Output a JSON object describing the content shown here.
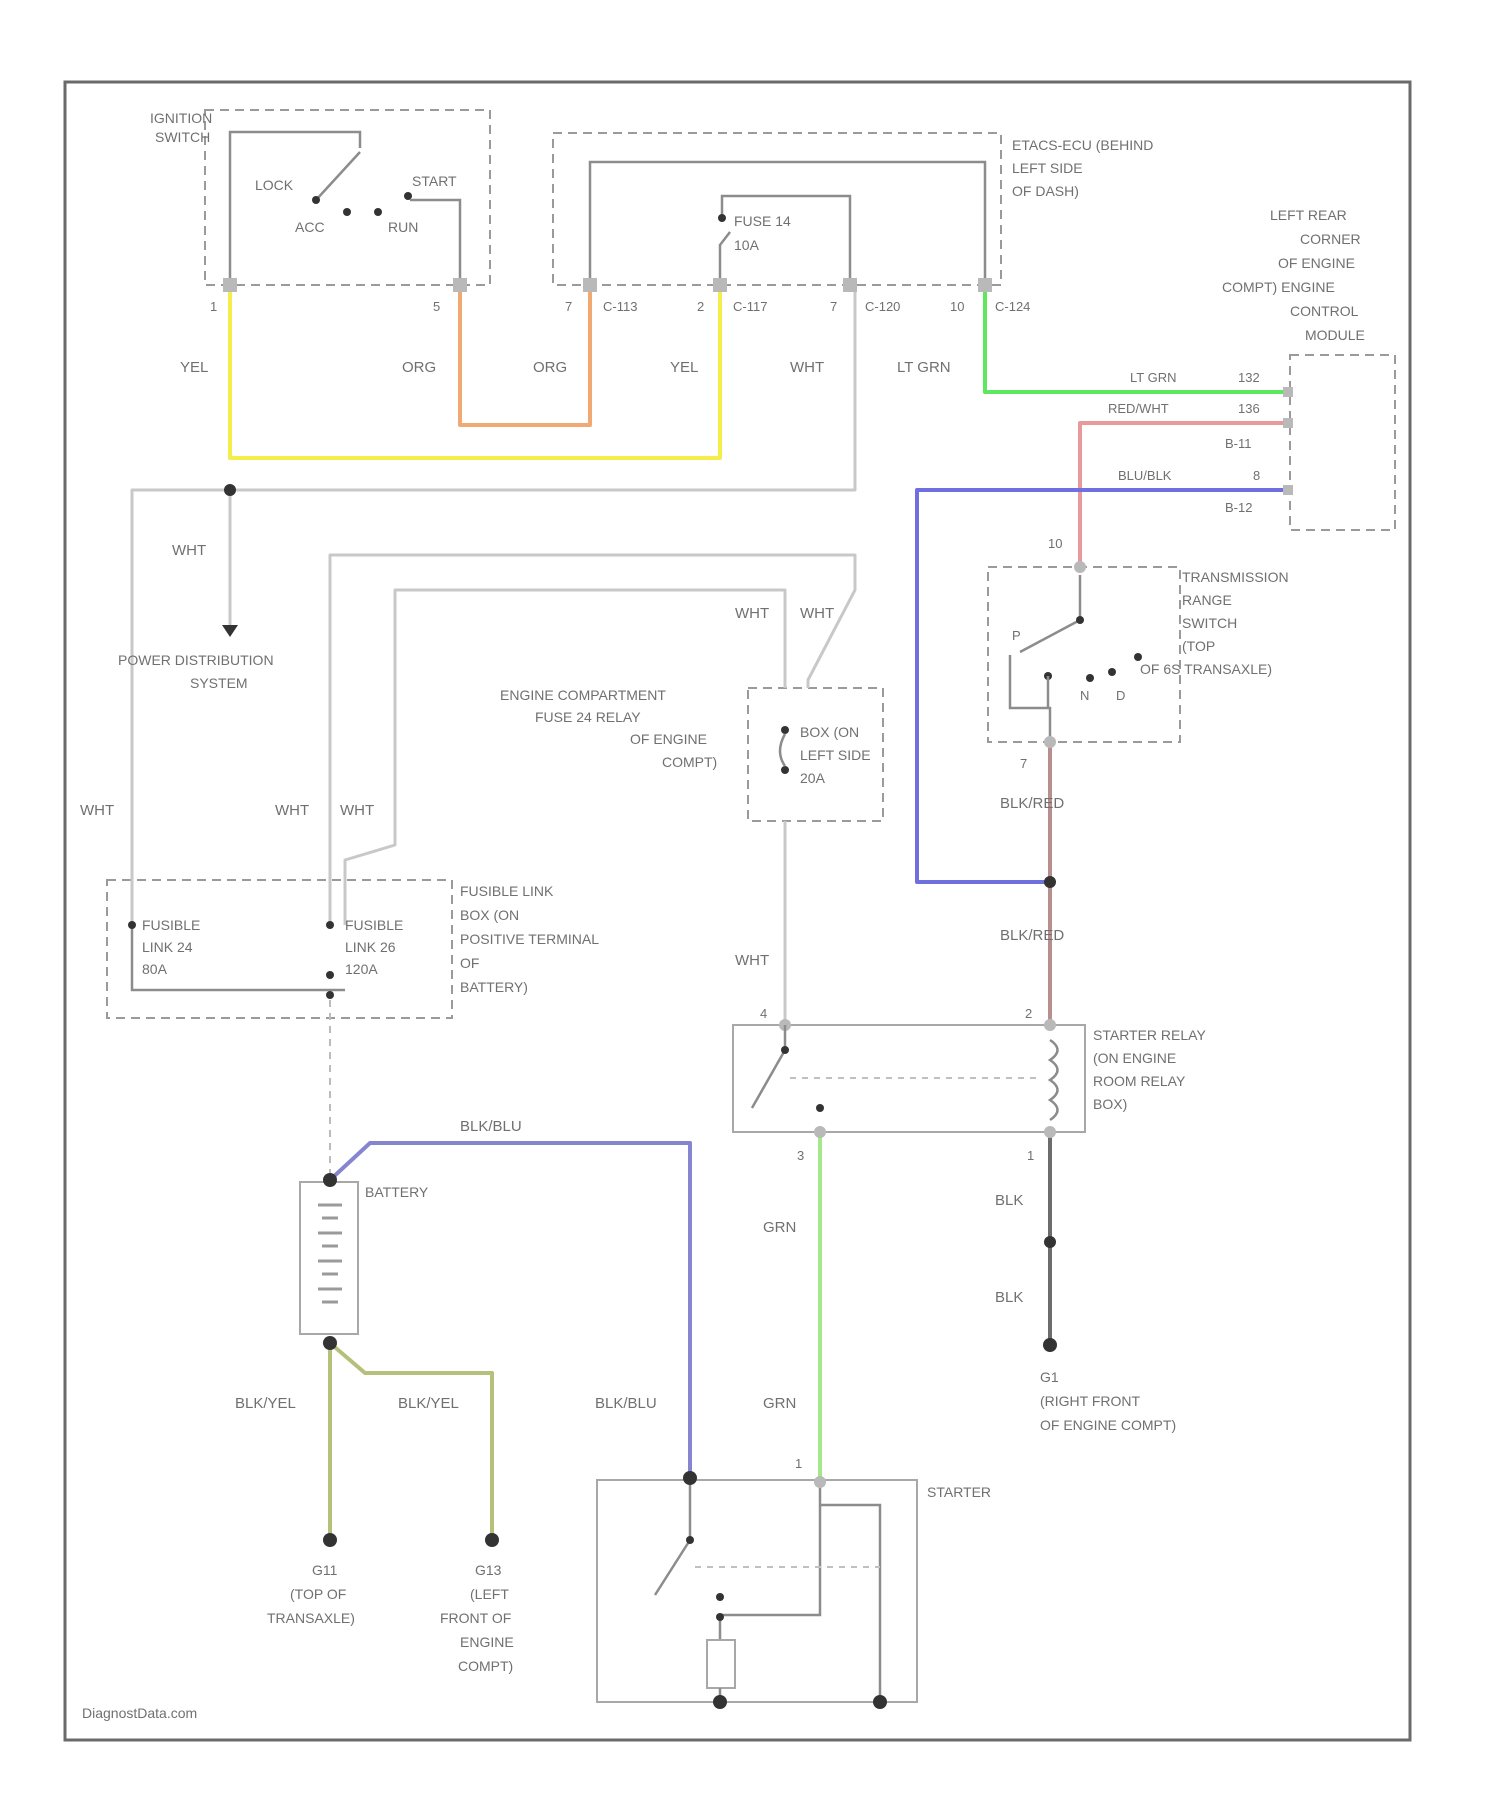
{
  "colors": {
    "yel": "#f5ee4a",
    "org": "#f2a873",
    "ltgrn": "#5de85d",
    "grn": "#a5e88a",
    "redwht": "#e89a9a",
    "blublk": "#6f6fe0",
    "blkblu": "#8585d0",
    "blkred": "#b88f8f",
    "blkyel": "#b7c07a",
    "blk": "#6c6c6c",
    "wht": "#c8c8c8"
  },
  "labels": {
    "ignition_switch": [
      "IGNITION",
      "SWITCH"
    ],
    "lock": "LOCK",
    "start": "START",
    "acc": "ACC",
    "run": "RUN",
    "etacs": [
      "ETACS-ECU (BEHIND",
      "LEFT SIDE",
      "OF DASH)"
    ],
    "fuse14": [
      "FUSE 14",
      "10A"
    ],
    "ecm": [
      "LEFT REAR",
      "CORNER",
      "OF ENGINE",
      "COMPT) ENGINE",
      "CONTROL",
      "MODULE"
    ],
    "pdc": [
      "POWER DISTRIBUTION",
      "SYSTEM"
    ],
    "fuse24_relay": [
      "ENGINE COMPARTMENT",
      "FUSE 24 RELAY",
      "OF ENGINE",
      "COMPT)"
    ],
    "fuse24_box": [
      "BOX (ON",
      "LEFT SIDE",
      "20A"
    ],
    "trs": [
      "TRANSMISSION",
      "RANGE",
      "SWITCH",
      "(TOP",
      "OF 6S TRANSAXLE)"
    ],
    "fl_box": [
      "FUSIBLE LINK",
      "BOX (ON",
      "POSITIVE TERMINAL",
      "OF",
      "BATTERY)"
    ],
    "fl24": [
      "FUSIBLE",
      "LINK 24",
      "80A"
    ],
    "fl26": [
      "FUSIBLE",
      "LINK 26",
      "120A"
    ],
    "starter_relay": [
      "STARTER RELAY",
      "(ON ENGINE",
      "ROOM RELAY",
      "BOX)"
    ],
    "battery": "BATTERY",
    "g1": [
      "G1",
      "(RIGHT FRONT",
      "OF ENGINE COMPT)"
    ],
    "g11": [
      "G11",
      "(TOP OF",
      "TRANSAXLE)"
    ],
    "g13": [
      "G13",
      "(LEFT",
      "FRONT OF",
      "ENGINE",
      "COMPT)"
    ],
    "starter": "STARTER",
    "watermark": "DiagnostData.com"
  },
  "wires": {
    "yel": "YEL",
    "org": "ORG",
    "wht": "WHT",
    "ltgrn": "LT GRN",
    "redwht": "RED/WHT",
    "blublk": "BLU/BLK",
    "blkred": "BLK/RED",
    "blkblu": "BLK/BLU",
    "grn": "GRN",
    "blk": "BLK",
    "blkyel": "BLK/YEL"
  },
  "connectors": {
    "c113": "C-113",
    "c117": "C-117",
    "c120": "C-120",
    "c124": "C-124",
    "b11": "B-11",
    "b12": "B-12",
    "pin_ecm1": "132",
    "pin_ecm2": "136",
    "pin_ecm3": "8",
    "pin_trs": "10",
    "pin_p": "P",
    "pin_n": "N",
    "pin_d": "D",
    "pin_1": "1",
    "pin_2": "2",
    "pin_3": "3",
    "pin_4": "4",
    "pin_5": "5",
    "pin_7": "7",
    "pin_10": "10"
  }
}
